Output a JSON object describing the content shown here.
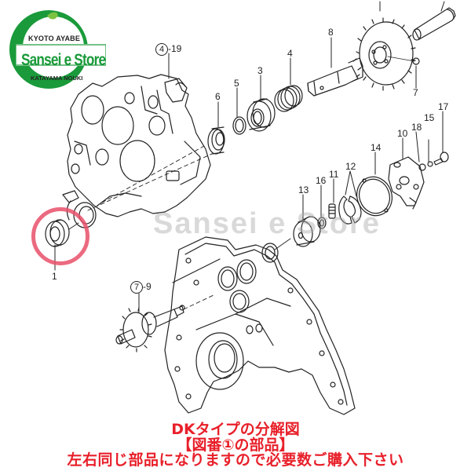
{
  "logo": {
    "top_text": "KYOTO AYABE",
    "main_text": "Sansei e Store",
    "bottom_text": "KATAYAMA NOUKI",
    "color_primary": "#1a9a3a",
    "color_accent": "#7cc242"
  },
  "watermark": {
    "text": "Sansei e Store"
  },
  "diagram": {
    "callouts": [
      {
        "id": "4-19",
        "label": "④-19",
        "circled": "4",
        "suffix": "-19"
      },
      {
        "id": "1",
        "label": "1"
      },
      {
        "id": "3",
        "label": "3"
      },
      {
        "id": "4",
        "label": "4"
      },
      {
        "id": "5",
        "label": "5"
      },
      {
        "id": "6",
        "label": "6"
      },
      {
        "id": "7",
        "label": "7"
      },
      {
        "id": "8",
        "label": "8"
      },
      {
        "id": "10",
        "label": "10"
      },
      {
        "id": "11",
        "label": "11"
      },
      {
        "id": "12",
        "label": "12"
      },
      {
        "id": "13",
        "label": "13"
      },
      {
        "id": "14",
        "label": "14"
      },
      {
        "id": "15",
        "label": "15"
      },
      {
        "id": "16",
        "label": "16"
      },
      {
        "id": "17",
        "label": "17"
      },
      {
        "id": "18",
        "label": "18"
      },
      {
        "id": "7-9",
        "label": "⑦-9",
        "circled": "7",
        "suffix": "-9"
      }
    ],
    "highlighted_part": "1",
    "highlight_color": "#e8506a"
  },
  "caption": {
    "line1": "DKタイプの分解図",
    "line2": "【図番①の部品】",
    "line3": "左右同じ部品になりますので必要数ご購入下さい",
    "color": "#e8202a"
  }
}
